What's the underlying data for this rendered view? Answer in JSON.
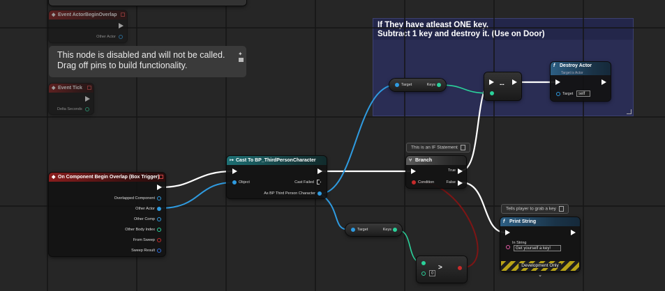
{
  "disabled_note": {
    "line1": "This node is disabled and will not be called.",
    "line2": "Drag off pins to build functionality."
  },
  "comment_box": {
    "line1": "If They have atleast ONE key,",
    "line2": "Subtract 1 key and destroy it. (Use on Door)"
  },
  "event_actor_overlap": {
    "title": "Event ActorBeginOverlap",
    "pin_other_actor": "Other Actor"
  },
  "event_tick": {
    "title": "Event Tick",
    "pin_delta": "Delta Seconds"
  },
  "on_component_overlap": {
    "title": "On Component Begin Overlap (Box Trigger)",
    "pins": [
      "Overlapped Component",
      "Other Actor",
      "Other Comp",
      "Other Body Index",
      "From Sweep",
      "Sweep Result"
    ]
  },
  "cast_node": {
    "title": "Cast To BP_ThirdPersonCharacter",
    "pin_object": "Object",
    "pin_cast_failed": "Cast Failed",
    "pin_as": "As BP Third Person Character"
  },
  "keys_get_top": {
    "pin_target": "Target",
    "pin_keys": "Keys"
  },
  "keys_get_bottom": {
    "pin_target": "Target",
    "pin_keys": "Keys"
  },
  "decrement_node": {
    "op": "--"
  },
  "destroy_actor": {
    "title": "Destroy Actor",
    "subtitle": "Target is Actor",
    "pin_target": "Target",
    "target_value": "self"
  },
  "branch_comment": {
    "text": "This is an IF Statement"
  },
  "branch_node": {
    "title": "Branch",
    "pin_condition": "Condition",
    "pin_true": "True",
    "pin_false": "False"
  },
  "greater_node": {
    "op": ">",
    "input_value": "0"
  },
  "print_comment": {
    "text": "Tells player to grab a key"
  },
  "print_string": {
    "title": "Print String",
    "pin_in_string": "In String",
    "in_string_value": "Get yourself a key!",
    "dev_only": "Development Only"
  },
  "icon_names": [
    "event-diamond-icon",
    "cast-arrows-icon",
    "branch-icon",
    "function-f-icon",
    "chevron-down-icon",
    "pin-push-icon"
  ],
  "colors": {
    "exec": "#ffffff",
    "object_wire": "#2f9be0",
    "int_wire": "#2bd19a",
    "bool_wire": "#8a1a1a",
    "comment_bg": "#2a2d54"
  }
}
